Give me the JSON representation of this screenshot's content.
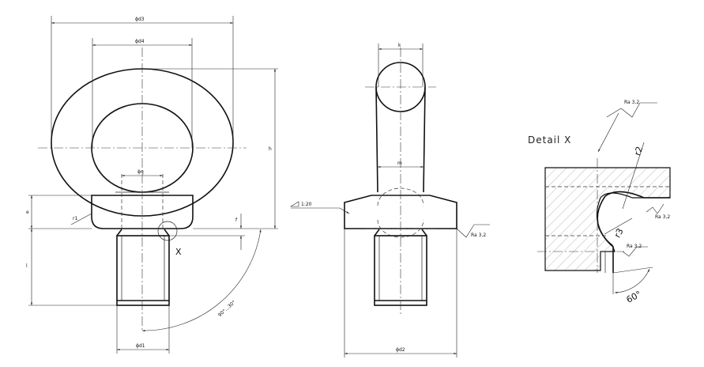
{
  "front_view": {
    "d3": "ϕd3",
    "d4": "ϕd4",
    "q": "ϕq",
    "d1": "ϕd1",
    "h": "h",
    "e": "e",
    "f": "f",
    "l": "l",
    "r1": "r1",
    "x_marker": "X",
    "angle": "90°...30°"
  },
  "side_view": {
    "k": "k",
    "m": "m",
    "d2": "ϕd2",
    "taper": "1:20",
    "roughness": "Ra 3,2"
  },
  "detail": {
    "title": "Detail X",
    "roughness_top": "Ra 3,2",
    "roughness_right": "Ra 3,2",
    "roughness_bottom": "Ra 3,2",
    "r2": "r2",
    "r3": "r3",
    "angle": "60°"
  }
}
